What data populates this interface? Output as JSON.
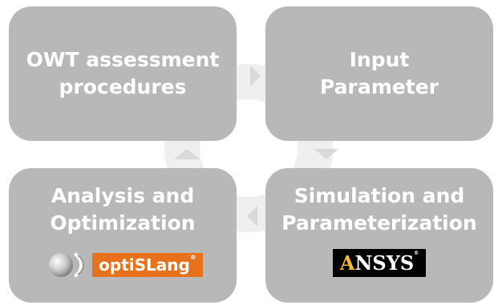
{
  "boxes": {
    "top_left": {
      "line1": "OWT assessment",
      "line2": "procedures"
    },
    "top_right": {
      "line1": "Input",
      "line2": "Parameter"
    },
    "bottom_left": {
      "line1": "Analysis and",
      "line2": "Optimization",
      "logo_text": "optiSLang",
      "logo_mark": "®"
    },
    "bottom_right": {
      "line1": "Simulation and",
      "line2": "Parameterization",
      "logo_a": "A",
      "logo_rest": "NSYS",
      "logo_mark": "®"
    }
  },
  "colors": {
    "box": "#b8b8b8",
    "arrow": "#d9d9d9",
    "ring": "#efefef",
    "optislang": "#e8711b",
    "ansys_accent": "#f2b733"
  }
}
